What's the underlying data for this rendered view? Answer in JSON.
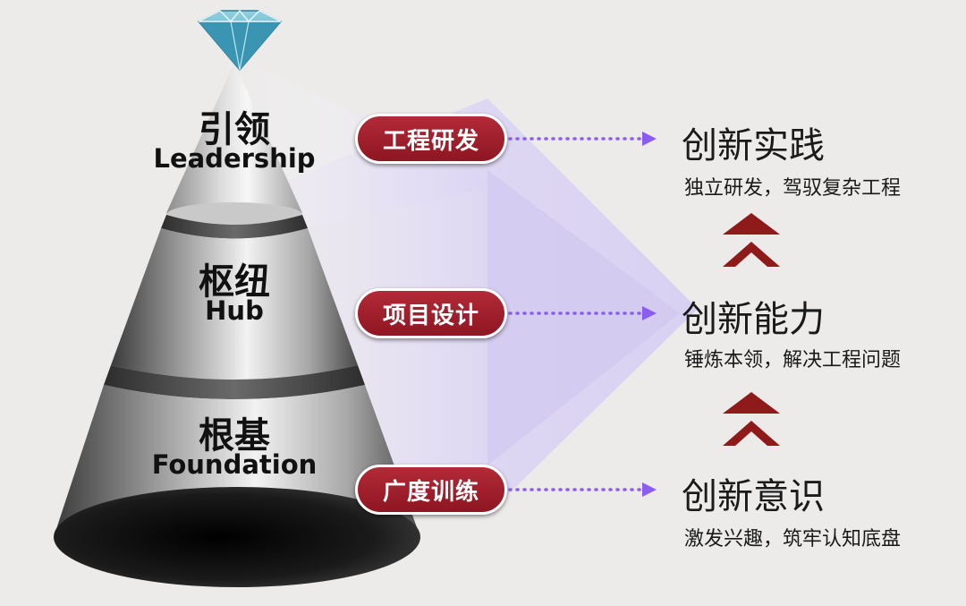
{
  "levels": [
    {
      "cn": "引领",
      "en": "Leadership"
    },
    {
      "cn": "枢纽",
      "en": "Hub"
    },
    {
      "cn": "根基",
      "en": "Foundation"
    }
  ],
  "pills": [
    "工程研发",
    "项目设计",
    "广度训练"
  ],
  "outcomes": [
    {
      "title": "创新实践",
      "subtitle": "独立研发，驾驭复杂工程"
    },
    {
      "title": "创新能力",
      "subtitle": "锤炼本领，解决工程问题"
    },
    {
      "title": "创新意识",
      "subtitle": "激发兴趣，筑牢认知底盘"
    }
  ],
  "colors": {
    "pill_red": "#a31f2d",
    "chevron_red": "#8e1a1a",
    "arrow_purple": "#8a5cf0",
    "diamond_teal": "#4aa3bd",
    "beam_lavender": "#d9d3f2"
  },
  "icons": [
    "diamond-icon",
    "double-chevron-up-icon"
  ]
}
